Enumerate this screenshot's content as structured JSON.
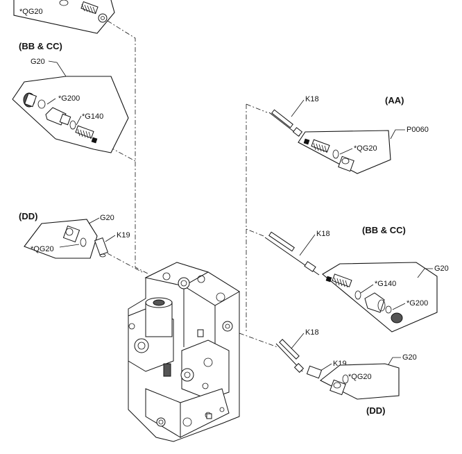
{
  "groups": {
    "top_partial": {
      "label_seal": "*QG20"
    },
    "bb_cc_left": {
      "header": "(BB & CC)",
      "label_kit": "G20",
      "label_plug": "*G200",
      "label_spring": "*G140"
    },
    "dd_left": {
      "header": "(DD)",
      "label_kit": "G20",
      "label_seal": "*QG20",
      "label_pin": "K19"
    },
    "aa_right": {
      "header": "(AA)",
      "label_stem": "K18",
      "label_kit": "P0060",
      "label_seal": "*QG20"
    },
    "bb_cc_right": {
      "header": "(BB & CC)",
      "label_stem": "K18",
      "label_kit": "G20",
      "label_spring": "*G140",
      "label_plug": "*G200"
    },
    "dd_right": {
      "header": "(DD)",
      "label_stem": "K18",
      "label_pin": "K19",
      "label_kit": "G20",
      "label_seal": "*QG20"
    }
  }
}
